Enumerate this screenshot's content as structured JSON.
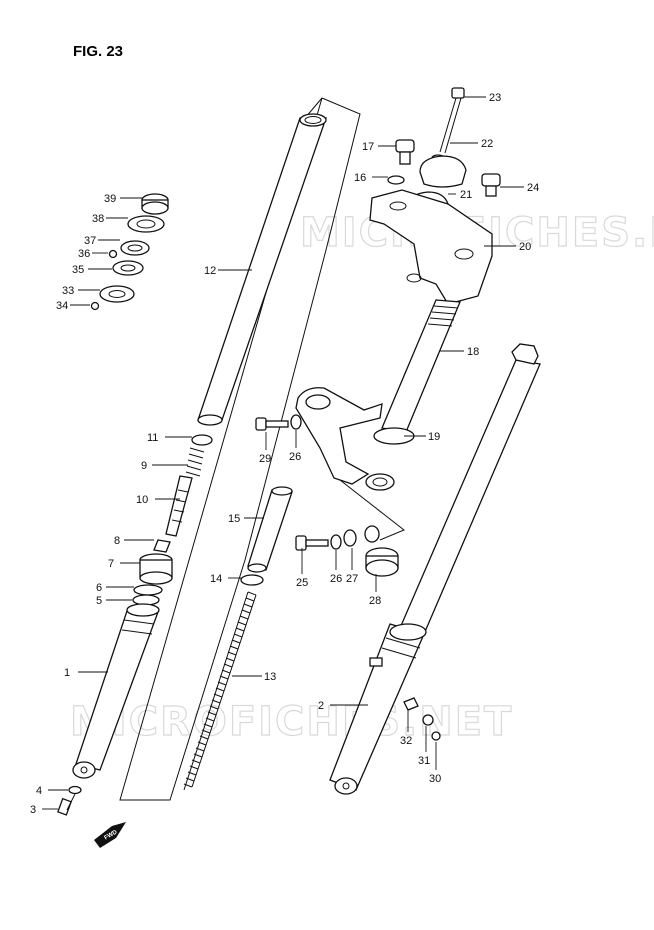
{
  "figure": {
    "title": "FIG. 23"
  },
  "watermark": {
    "text": "MICROFICHES.NET"
  },
  "direction_badge": {
    "text": "FWD"
  },
  "callouts": {
    "p1": "1",
    "p2": "2",
    "p3": "3",
    "p4": "4",
    "p5": "5",
    "p6": "6",
    "p7": "7",
    "p8": "8",
    "p9": "9",
    "p10": "10",
    "p11": "11",
    "p12": "12",
    "p13": "13",
    "p14": "14",
    "p15": "15",
    "p16": "16",
    "p17": "17",
    "p18": "18",
    "p19": "19",
    "p20": "20",
    "p21": "21",
    "p22": "22",
    "p23": "23",
    "p24": "24",
    "p25": "25",
    "p26a": "26",
    "p26b": "26",
    "p27": "27",
    "p28": "28",
    "p29": "29",
    "p30": "30",
    "p31": "31",
    "p32": "32",
    "p33": "33",
    "p34": "34",
    "p35": "35",
    "p36": "36",
    "p37": "37",
    "p38": "38",
    "p39": "39"
  }
}
